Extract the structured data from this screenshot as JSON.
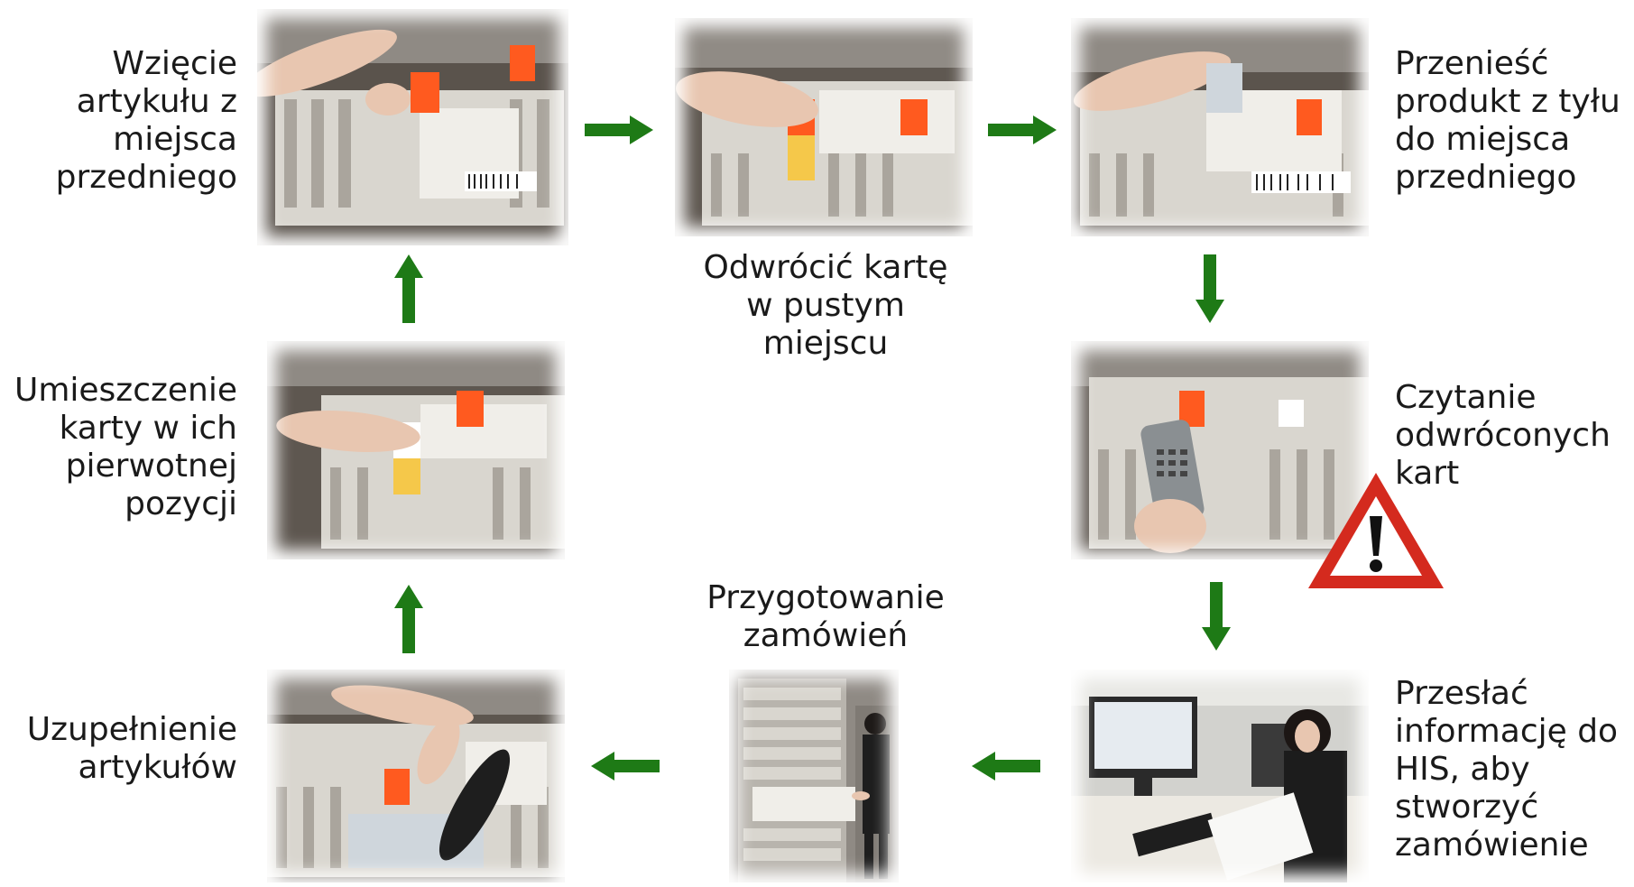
{
  "steps": {
    "take_front": [
      "Wzięcie",
      "artykułu z",
      "miejsca",
      "przedniego"
    ],
    "flip_card": [
      "Odwrócić kartę",
      "w pustym",
      "miejscu"
    ],
    "move_back": [
      "Przenieść",
      "produkt z tyłu",
      "do miejsca",
      "przedniego"
    ],
    "read_cards": [
      "Czytanie",
      "odwróconych",
      "kart"
    ],
    "send_his": [
      "Przesłać",
      "informację do",
      "HIS, aby",
      "stworzyć",
      "zamówienie"
    ],
    "prepare_orders": [
      "Przygotowanie",
      "zamówień"
    ],
    "replenish": [
      "Uzupełnienie",
      "artykułów"
    ],
    "place_card": [
      "Umieszczenie",
      "karty w ich",
      "pierwotnej",
      "pozycji"
    ]
  },
  "icons": {
    "arrow": "arrow-icon",
    "warning": "warning-icon"
  },
  "colors": {
    "arrow": "#1e7a16",
    "warning_red": "#d42a1e",
    "basket": "#d9d6cf",
    "label_orange": "#ff5a1f"
  }
}
